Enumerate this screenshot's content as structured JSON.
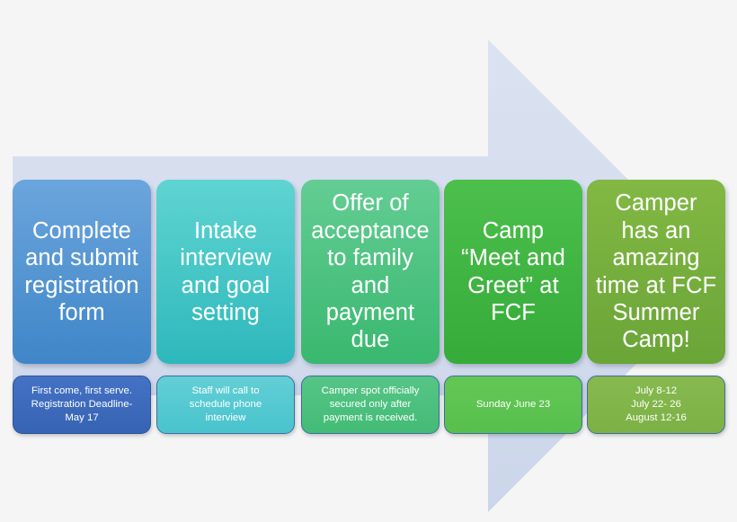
{
  "diagram": {
    "title": "FCF Summer Camp registration process flow",
    "background_color": "#f5f5f5",
    "arrow": {
      "name": "process-arrow",
      "direction": "right",
      "fill_color": "#d4dcee"
    },
    "stages": [
      {
        "id": "stage-1",
        "label": "Complete\nand submit\nregistration\nform",
        "fill_top": "#6ba5dd",
        "fill_bottom": "#3f86c8",
        "note": "First come, first serve.\nRegistration Deadline-\nMay 17",
        "note_fill_top": "#4472c4",
        "note_fill_bottom": "#3763b4",
        "note_border": "#2f5597"
      },
      {
        "id": "stage-2",
        "label": "Intake\ninterview\nand goal\nsetting",
        "fill_top": "#5fd4d2",
        "fill_bottom": "#2eb8bb",
        "note": "Staff will call to\nschedule phone\ninterview",
        "note_fill_top": "#62cfd6",
        "note_fill_bottom": "#49c3cd",
        "note_border": "#3f6f9e"
      },
      {
        "id": "stage-3",
        "label": "Offer of\nacceptance\nto family\nand\npayment\ndue",
        "fill_top": "#63cd93",
        "fill_bottom": "#39b86f",
        "note": "Camper spot officially\nsecured only after\npayment is received.",
        "note_fill_top": "#56c586",
        "note_fill_bottom": "#43bb76",
        "note_border": "#3f6f9e"
      },
      {
        "id": "stage-4",
        "label": "Camp\n“Meet and\nGreet” at\nFCF",
        "fill_top": "#4cbf4c",
        "fill_bottom": "#36ab39",
        "note": "Sunday June 23",
        "note_fill_top": "#63c756",
        "note_fill_bottom": "#57bf4c",
        "note_border": "#3f6f9e"
      },
      {
        "id": "stage-5",
        "label": "Camper\nhas an\namazing\ntime at FCF\nSummer\nCamp!",
        "fill_top": "#82b843",
        "fill_bottom": "#6aa538",
        "note": "July 8-12\nJuly 22- 26\nAugust 12-16",
        "note_fill_top": "#87b94f",
        "note_fill_bottom": "#7cb146",
        "note_border": "#3f6f9e"
      }
    ]
  }
}
